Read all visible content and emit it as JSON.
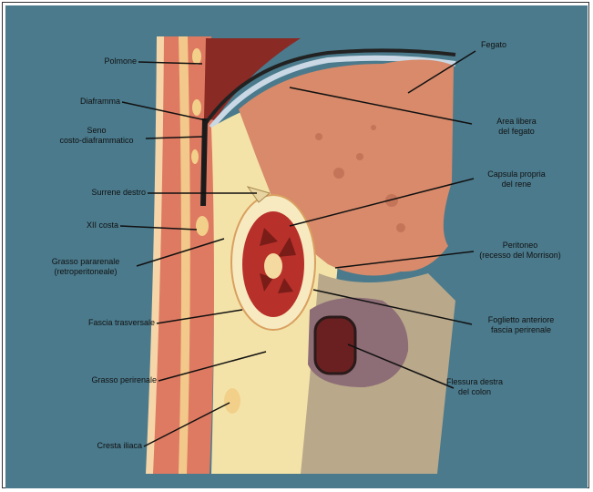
{
  "colors": {
    "background": "#4a7a8c",
    "liver": "#d88a6a",
    "lung": "#8a2a25",
    "kidney": "#b8302a",
    "fat": "#f4e3a8",
    "muscle": "#d96c57",
    "colon": "#8d6d76"
  },
  "labels": {
    "polmone": "Polmone",
    "diaframma": "Diaframma",
    "seno": "Seno\ncosto-diaframmatico",
    "surrene": "Surrene destro",
    "costa": "XII costa",
    "grasso": "Grasso pararenale\n(retroperitoneale)",
    "fascia": "Fascia trasversale",
    "grasso_perirenale": "Grasso perirenale",
    "cresta": "Cresta iliaca",
    "fegato": "Fegato",
    "area_nuda": "Area libera\ndel fegato",
    "capsula": "Capsula propria\ndel rene",
    "peritoneo": "Peritoneo\n(recesso del Morrison)",
    "foglietto": "Foglietto anteriore\nfascia perirenale",
    "flessura": "Flessura destra\ndel colon"
  }
}
